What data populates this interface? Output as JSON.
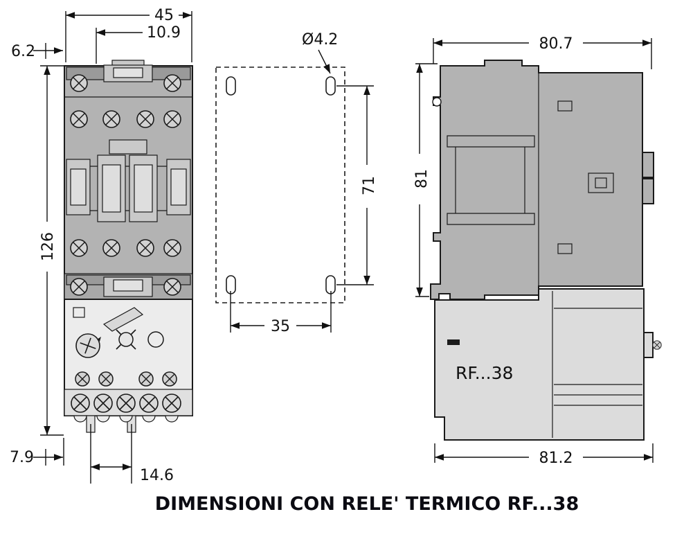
{
  "caption": "DIMENSIONI CON RELE' TERMICO RF...38",
  "colors": {
    "contactor_body": "#b3b3b3",
    "dark_strip": "#9a9a9a",
    "relay_body": "#ececec",
    "side_relay_body": "#dcdcdc",
    "line": "#111111"
  },
  "front_view": {
    "dims": {
      "top_width": "45",
      "coil_terminal_offset": "10.9",
      "left_offset": "6.2",
      "total_height": "126",
      "bottom_offset": "7.9",
      "foot_spacing": "14.6"
    }
  },
  "mounting_view": {
    "dims": {
      "hole_diameter": "Ø4.2",
      "vertical_hole_spacing": "71",
      "horizontal_hole_spacing": "35"
    }
  },
  "side_view": {
    "label": "RF...38",
    "dims": {
      "top_depth": "80.7",
      "height": "81",
      "bottom_depth": "81.2"
    }
  }
}
